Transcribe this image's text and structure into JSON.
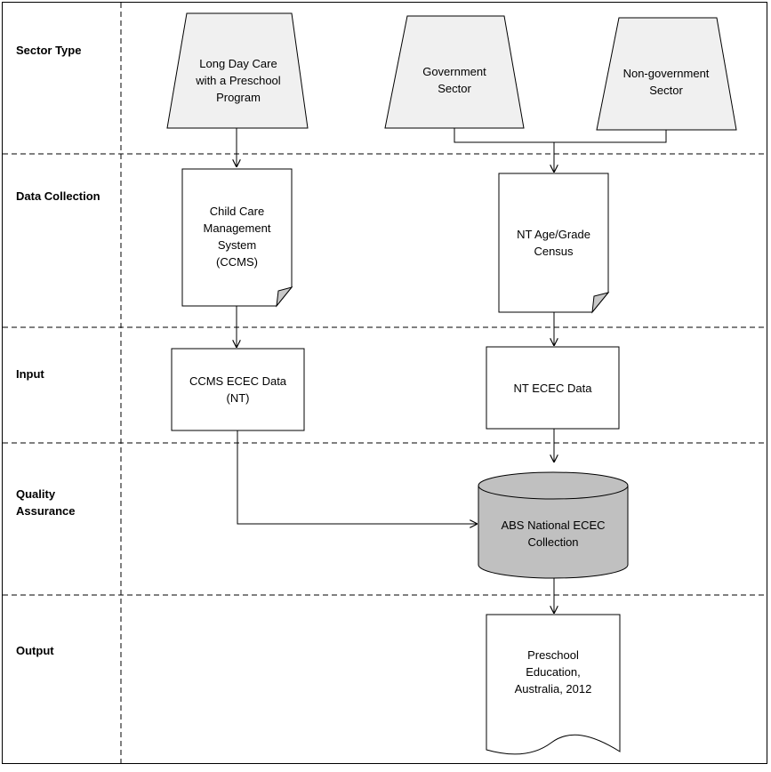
{
  "rows": {
    "sector_type": "Sector Type",
    "data_collection": "Data Collection",
    "input": "Input",
    "quality_assurance": "Quality\nAssurance",
    "output": "Output"
  },
  "nodes": {
    "long_day_care": "Long Day Care\nwith a Preschool\nProgram",
    "government_sector": "Government\nSector",
    "non_government_sector": "Non-government\nSector",
    "ccms": "Child Care\nManagement\nSystem\n(CCMS)",
    "nt_census": "NT Age/Grade\nCensus",
    "ccms_ecec_data": "CCMS ECEC Data\n(NT)",
    "nt_ecec_data": "NT ECEC Data",
    "abs_collection": "ABS National ECEC\nCollection",
    "output_doc": "Preschool\nEducation,\nAustralia, 2012"
  },
  "colors": {
    "shape_fill": "#f0f0f0",
    "database_fill": "#c0c0c0",
    "line": "#000000"
  }
}
